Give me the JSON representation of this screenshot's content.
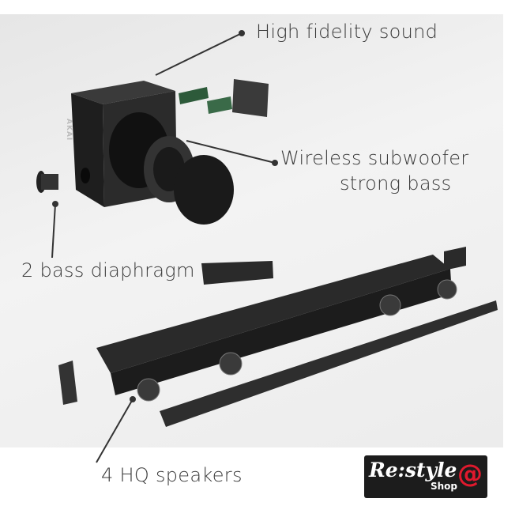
{
  "labels": {
    "high_fidelity": "High fidelity sound",
    "subwoofer_line1": "Wireless subwoofer",
    "subwoofer_line2": "strong bass",
    "diaphragm": "2 bass diaphragm",
    "speakers": "4 HQ speakers"
  },
  "logo": {
    "main": "Re:style",
    "sub": "Shop",
    "symbol": "@",
    "accent": "#e0192d"
  },
  "brand_mark": "AKAI"
}
